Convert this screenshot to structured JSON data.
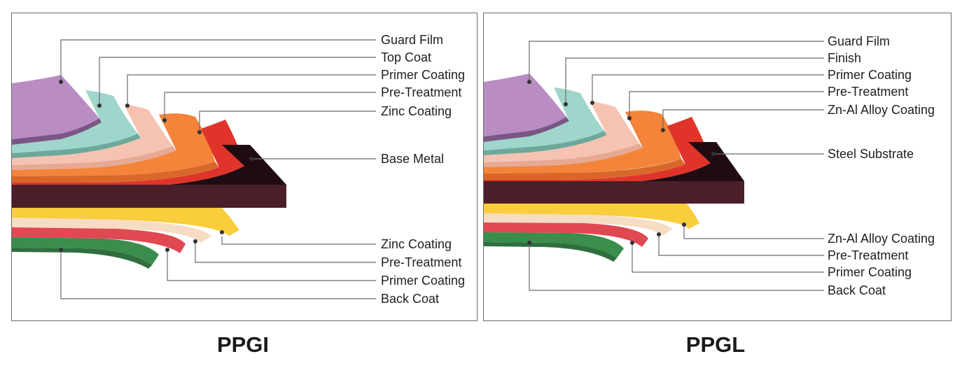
{
  "ppgi": {
    "caption": "PPGI",
    "top_labels": [
      "Guard Film",
      "Top Coat",
      "Primer Coating",
      "Pre-Treatment",
      "Zinc Coating"
    ],
    "base_label": "Base Metal",
    "bottom_labels": [
      "Zinc Coating",
      "Pre-Treatment",
      "Primer Coating",
      "Back Coat"
    ]
  },
  "ppgl": {
    "caption": "PPGL",
    "top_labels": [
      "Guard Film",
      "Finish",
      "Primer Coating",
      "Pre-Treatment",
      "Zn-Al Alloy Coating"
    ],
    "base_label": "Steel Substrate",
    "bottom_labels": [
      "Zn-Al Alloy Coating",
      "Pre-Treatment",
      "Primer Coating",
      "Back Coat"
    ]
  },
  "colors": {
    "guard_film": "#b98cc4",
    "top_coat": "#9ed6cb",
    "primer": "#f6c3b3",
    "pretreatment": "#f3843a",
    "zinc": "#e0342a",
    "base_metal_side": "#4a1f2a",
    "base_metal_top": "#1f0c12",
    "back_zinc": "#f9cd3c",
    "back_pretreat": "#f6dcc3",
    "back_primer": "#e04852",
    "back_coat": "#3b8d4e",
    "leader_line": "#6b6b6b"
  }
}
